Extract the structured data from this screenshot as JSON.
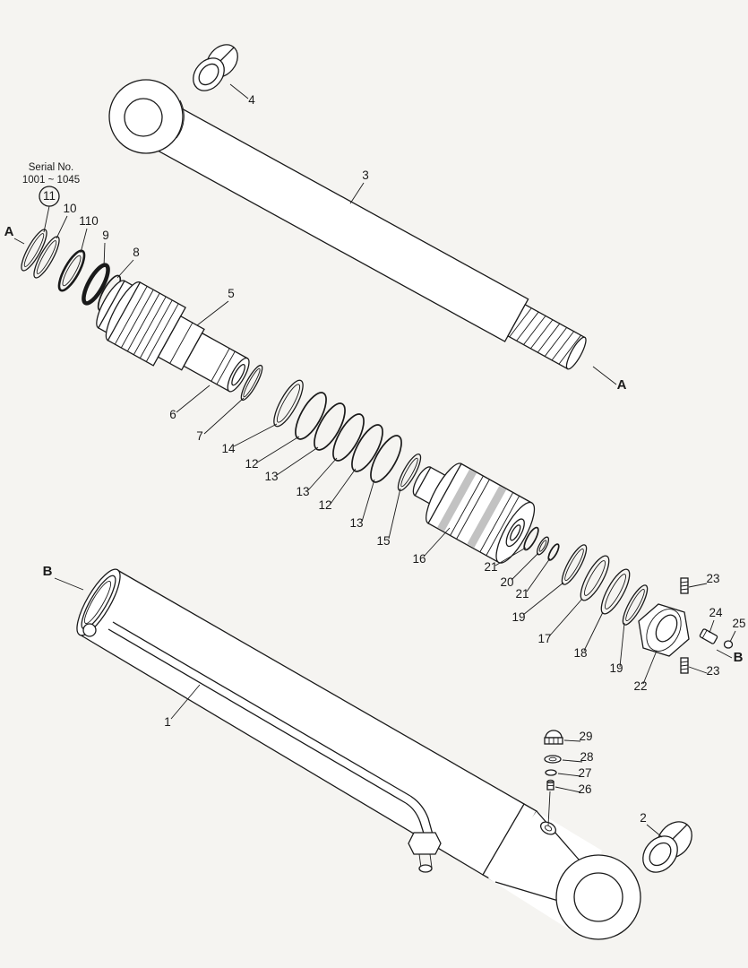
{
  "diagram": {
    "background": "#f5f4f1",
    "ink": "#1a1a1a"
  },
  "serial_note": {
    "line1": "Serial No.",
    "line2": "1001 ~ 1045"
  },
  "callouts": [
    {
      "text": "4"
    },
    {
      "text": "3"
    },
    {
      "text": "10"
    },
    {
      "text": "110"
    },
    {
      "text": "9"
    },
    {
      "text": "8"
    },
    {
      "text": "A"
    },
    {
      "text": "A"
    },
    {
      "text": "5"
    },
    {
      "text": "6"
    },
    {
      "text": "7"
    },
    {
      "text": "14"
    },
    {
      "text": "12"
    },
    {
      "text": "13"
    },
    {
      "text": "13"
    },
    {
      "text": "12"
    },
    {
      "text": "13"
    },
    {
      "text": "15"
    },
    {
      "text": "16"
    },
    {
      "text": "21"
    },
    {
      "text": "20"
    },
    {
      "text": "21"
    },
    {
      "text": "19"
    },
    {
      "text": "17"
    },
    {
      "text": "18"
    },
    {
      "text": "19"
    },
    {
      "text": "22"
    },
    {
      "text": "23"
    },
    {
      "text": "24"
    },
    {
      "text": "25"
    },
    {
      "text": "23"
    },
    {
      "text": "B"
    },
    {
      "text": "B"
    },
    {
      "text": "1"
    },
    {
      "text": "2"
    },
    {
      "text": "29"
    },
    {
      "text": "28"
    },
    {
      "text": "27"
    },
    {
      "text": "26"
    },
    {
      "text": "11"
    }
  ]
}
